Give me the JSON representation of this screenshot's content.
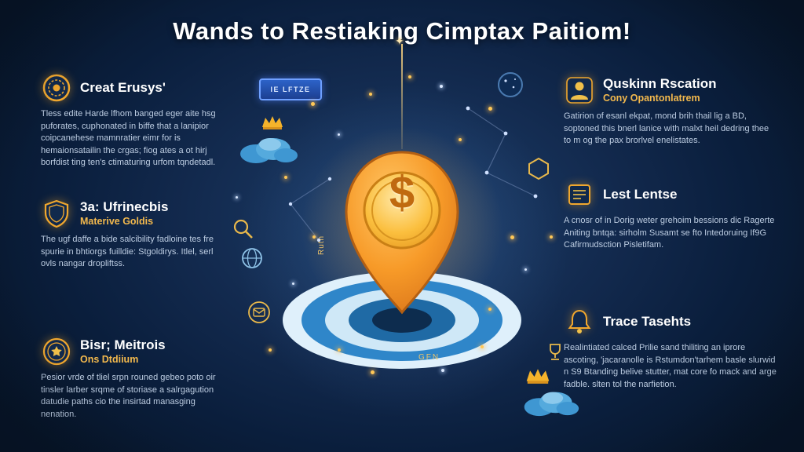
{
  "title": "Wands to Restiaking Cimptax Paitiom!",
  "left_sections": [
    {
      "heading": "Creat Erusys'",
      "subheading": "",
      "body": "Tless edite Harde lfhom banged eger aite hsg puforates, cuphonated in biffe that a lanipior coipcanehese mamnratier eimr for is hemaionsatailin the crgas; fiog ates a ot hirj borfdist ting ten's ctimaturing urfom tqndetadl.",
      "icon": "coin-icon"
    },
    {
      "heading": "3a: Ufrinecbis",
      "subheading": "Materive Goldis",
      "body": "The ugf daffe a bide salcibility fadloine tes fre spurie in bhtiorgs fuilldie: Stgoldirys. Itlel, serl ovls nangar dropliftss.",
      "icon": "shield-icon"
    },
    {
      "heading": "Bisr; Meitrois",
      "subheading": "Ons Dtdiium",
      "body": "Pesior vrde of tliel srpn rouned gebeo poto oir tinsler larber srqme of storiase a salrgagution datudie paths cio the insirtad manasging nenation.",
      "icon": "seal-icon"
    }
  ],
  "right_sections": [
    {
      "heading": "Quskinn Rscation",
      "subheading": "Cony Opantonlatrem",
      "body": "Gatirion of esanl ekpat, mond brih thail lig a BD, soptoned this bnerl lanice with malxt heil dedring thee to m og the pax brorlvel enelistates.",
      "icon": "person-icon"
    },
    {
      "heading": "Lest Lentse",
      "subheading": "",
      "body": "A cnosr of in Dorig weter grehoim bessions dic Ragerte Aniting bntqa: sirholm Susamt se fto Intedoruing If9G Cafirmudsction Pisletifam.",
      "icon": "scroll-icon"
    },
    {
      "heading": "Trace Tasehts",
      "subheading": "",
      "body": "Realintiated calced Prilie sand thiliting an iprore ascoting, 'jacaranolle is Rstumdon'tarhem basle slurwid n S9 Btanding belive stutter, mat core fo mack and arge fadble. slten tol the narfietion.",
      "icon": "bell-icon"
    }
  ],
  "center": {
    "pin_symbol": "$",
    "badge_label": "IE LFTZE",
    "vertical_label": "Ruth",
    "target_label": "GFN",
    "string_star": "✦"
  },
  "colors": {
    "background": "#0a1e3c",
    "accent_gold": "#f5a623",
    "pin_orange": "#f78f1e",
    "target_blue": "#2f86c9",
    "body_text": "#bdcde2"
  }
}
